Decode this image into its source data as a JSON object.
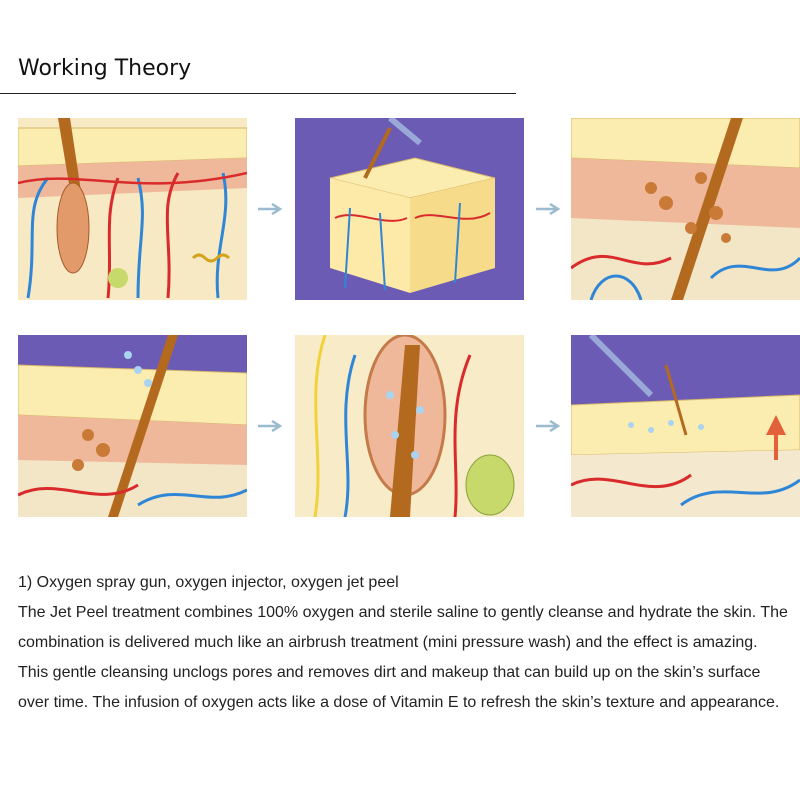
{
  "heading": "Working Theory",
  "colors": {
    "skin_yellow": "#fbecb0",
    "flesh": "#f0b89a",
    "vessel_red": "#d92b2b",
    "vessel_blue": "#2f86d6",
    "purple_bg": "#6b5bb4",
    "hair": "#b36a1e",
    "arrow": "#9bbcd0"
  },
  "panels": [
    {
      "icon": "skin-cross-section"
    },
    {
      "icon": "skin-block-oxygen-jet"
    },
    {
      "icon": "hair-follicle-closeup"
    },
    {
      "icon": "oxygen-spray-on-skin"
    },
    {
      "icon": "follicle-cleansing"
    },
    {
      "icon": "refreshed-skin-surface"
    }
  ],
  "body": {
    "line1": "1) Oxygen spray gun, oxygen injector, oxygen jet peel",
    "paragraph": "The Jet Peel treatment combines 100% oxygen and sterile saline to gently cleanse and hydrate the skin. The combination is delivered much like an airbrush treatment (mini pressure wash) and the effect is amazing. This gentle cleansing unclogs pores and removes dirt and makeup that can build up on the skin’s surface over time. The infusion of oxygen acts like a dose of Vitamin E to refresh the skin’s texture and appearance."
  }
}
